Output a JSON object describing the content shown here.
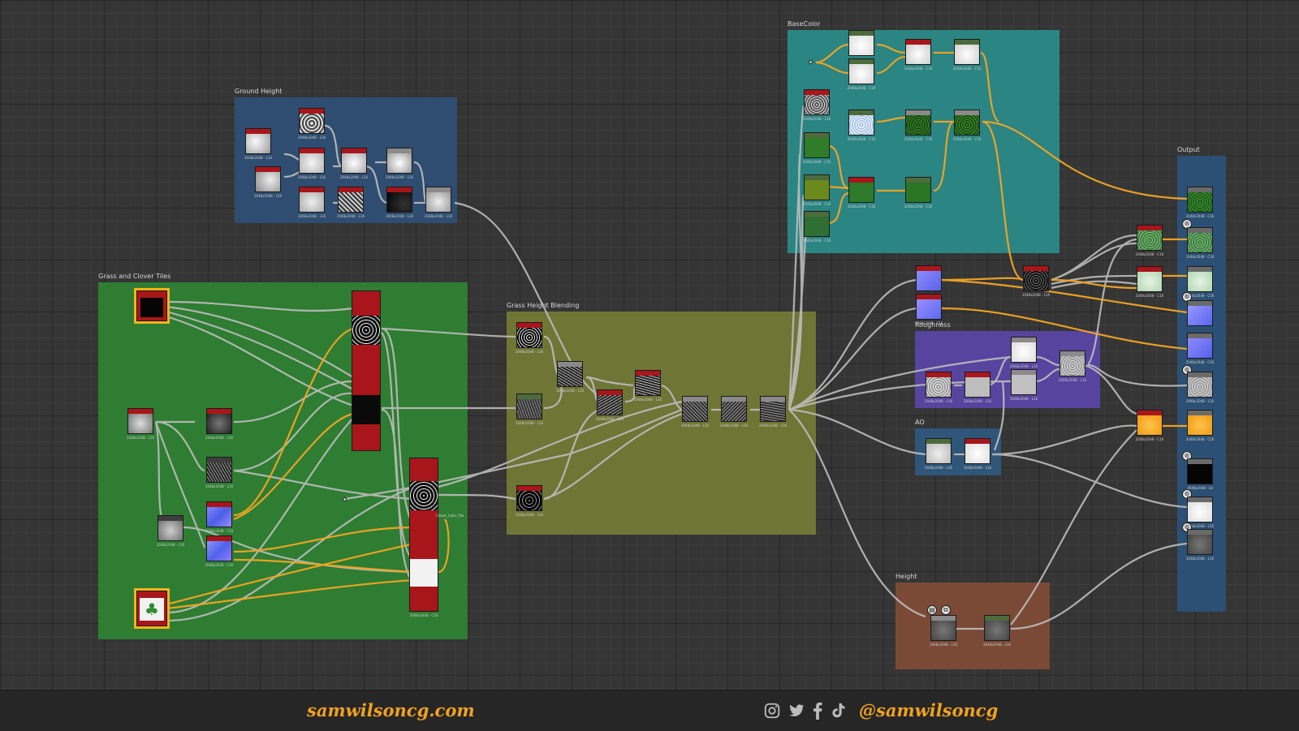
{
  "frames": {
    "ground_height": "Ground Height",
    "grass_clover": "Grass and Clover Tiles",
    "grass_height_blending": "Grass Height Blending",
    "base_color": "BaseColor",
    "roughness": "Roughness",
    "ao": "AO",
    "height": "Height",
    "output": "Output"
  },
  "captions": {
    "c2048": "2048x2048 - L16",
    "c2048c": "2048x2048 - C16",
    "c2048l8": "2048x2048 - L8",
    "clover_tile": "Clover_Color_Tile"
  },
  "footer": {
    "website": "samwilsoncg.com",
    "handle": "@samwilsoncg",
    "icons": [
      "instagram-icon",
      "twitter-icon",
      "facebook-icon",
      "tiktok-icon"
    ]
  },
  "colors": {
    "accent": "#f0a21e",
    "wire": "#bdbdbd",
    "wire_color": "#f3a524",
    "header_red": "#a8161b"
  }
}
